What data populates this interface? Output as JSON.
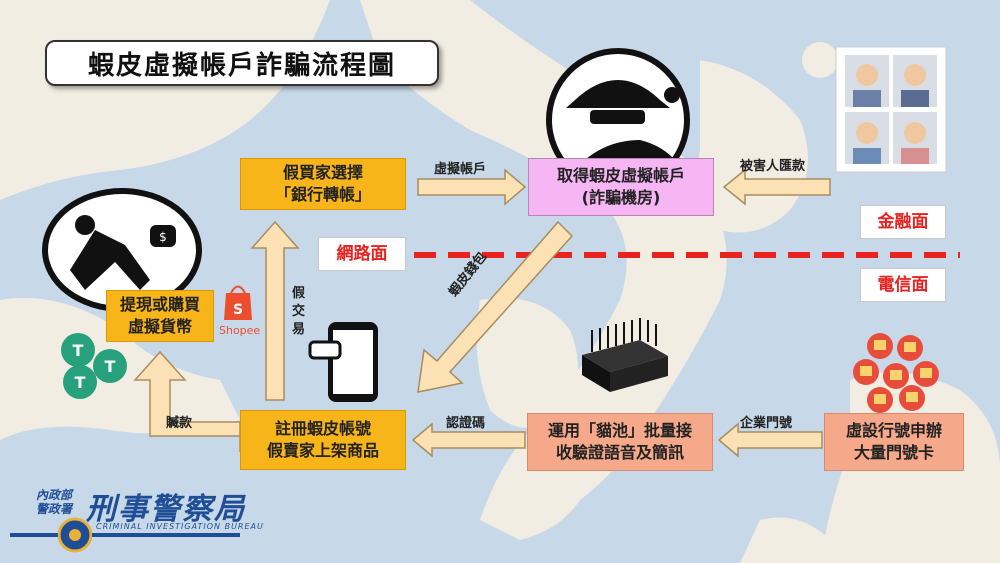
{
  "title": "蝦皮虛擬帳戶詐騙流程圖",
  "nodes": {
    "buyer_choose": {
      "line1": "假買家選擇",
      "line2": "「銀行轉帳」"
    },
    "get_account": {
      "line1": "取得蝦皮虛擬帳戶",
      "line2": "(詐騙機房)"
    },
    "withdraw": {
      "line1": "提現或購買",
      "line2": "虛擬貨幣"
    },
    "register": {
      "line1": "註冊蝦皮帳號",
      "line2": "假賣家上架商品"
    },
    "cat_pool": {
      "line1": "運用「貓池」批量接",
      "line2": "收驗證語音及簡訊"
    },
    "fake_company": {
      "line1": "虛設行號申辦",
      "line2": "大量門號卡"
    }
  },
  "layers": {
    "finance": "金融面",
    "network": "網路面",
    "telecom": "電信面"
  },
  "edges": {
    "virtual_account": "虛擬帳戶",
    "victim_remit": "被害人匯款",
    "shopee_wallet": "蝦皮錢包",
    "fake_trade": "假交易",
    "stolen_funds": "贓款",
    "verification_code": "認證碼",
    "business_number": "企業門號"
  },
  "logo": {
    "ministry": "內政部",
    "agency": "警政署",
    "name": "刑事警察局",
    "english": "CRIMINAL INVESTIGATION BUREAU"
  },
  "shopee_label": "Shopee",
  "colors": {
    "box_yellow": "#f7b519",
    "box_pink": "#f5b6f3",
    "box_salmon": "#f5a88a",
    "arrow_fill": "#fbe1b4",
    "divider_red": "#e8231f"
  }
}
